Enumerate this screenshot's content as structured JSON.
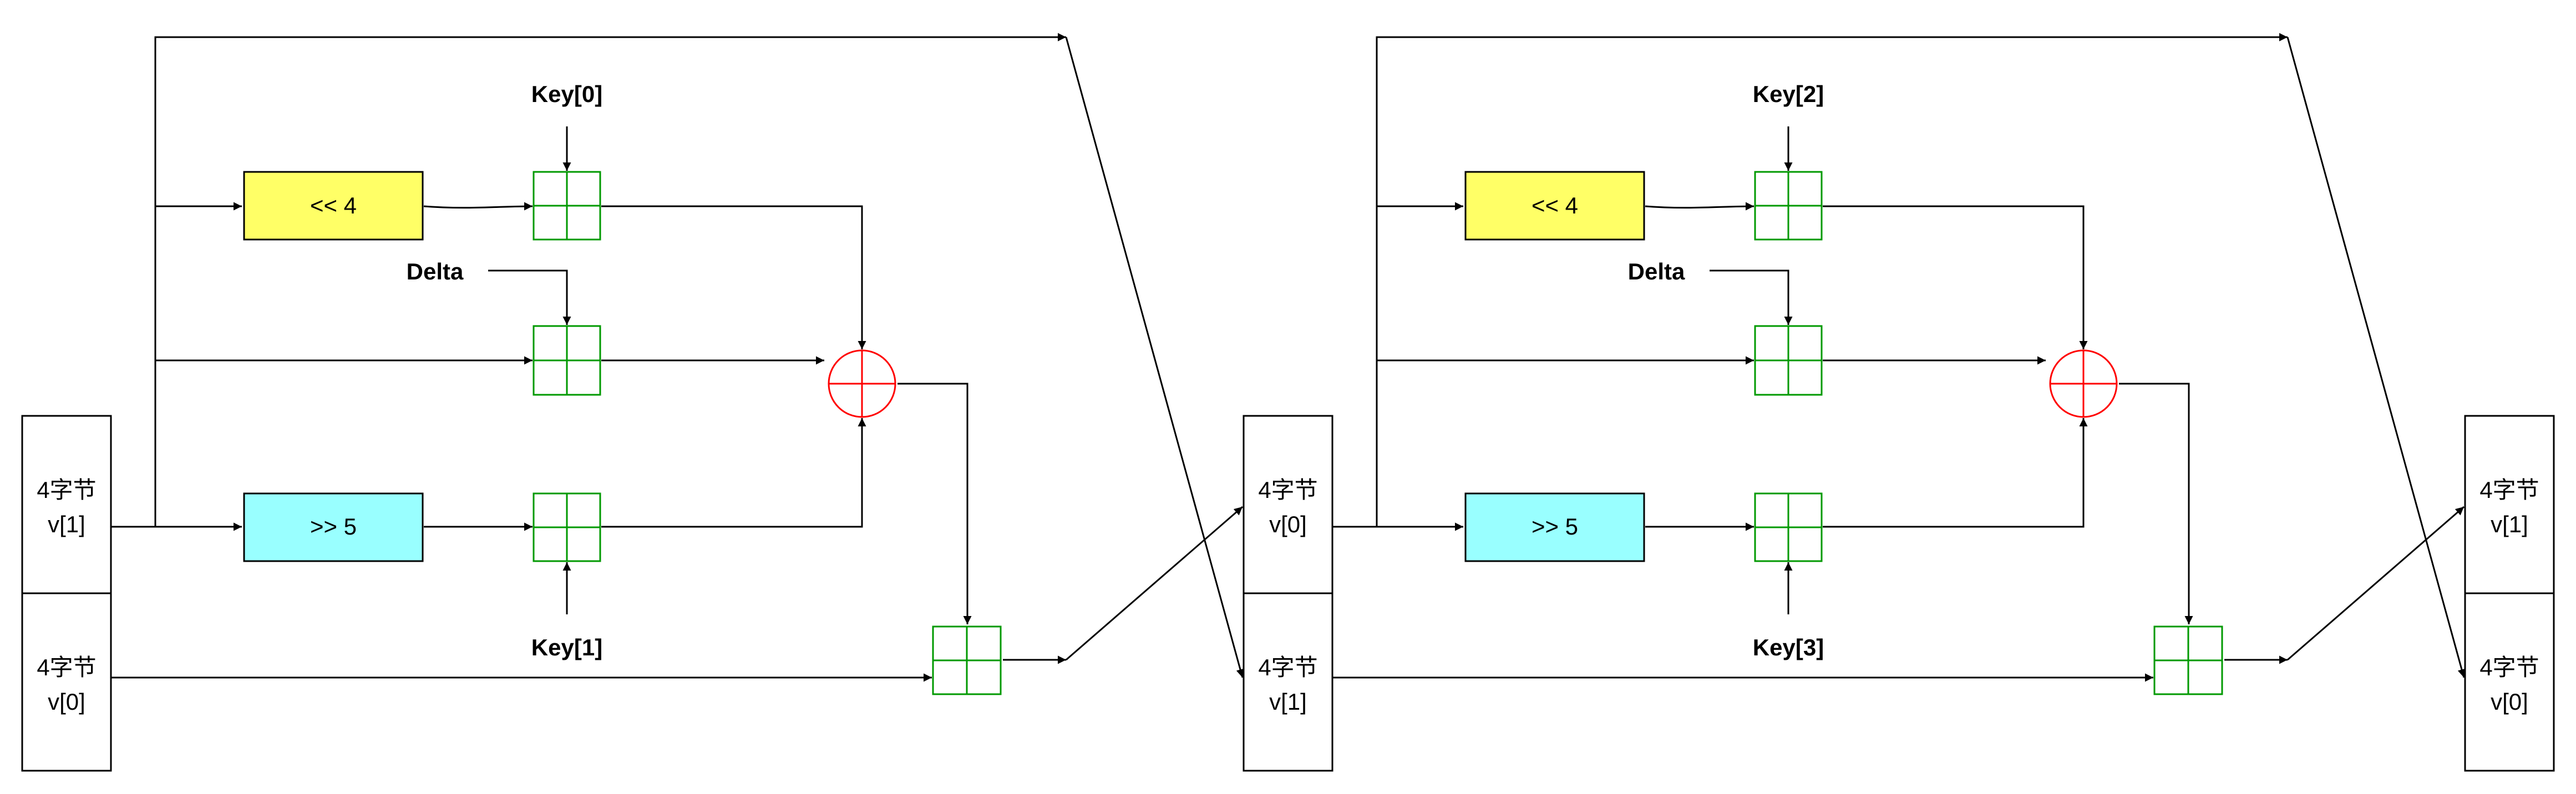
{
  "colors": {
    "shift_left_fill": "#ffff66",
    "shift_right_fill": "#99ffff",
    "adder_stroke": "#009900",
    "xor_stroke": "#ff0000",
    "line": "#000000"
  },
  "round1": {
    "input": {
      "top": {
        "size": "4字节",
        "name": "v[1]"
      },
      "bottom": {
        "size": "4字节",
        "name": "v[0]"
      }
    },
    "shift_left": "<< 4",
    "shift_right": ">> 5",
    "key_top": "Key[0]",
    "delta": "Delta",
    "key_bottom": "Key[1]"
  },
  "middle": {
    "top": {
      "size": "4字节",
      "name": "v[0]"
    },
    "bottom": {
      "size": "4字节",
      "name": "v[1]"
    }
  },
  "round2": {
    "shift_left": "<< 4",
    "shift_right": ">> 5",
    "key_top": "Key[2]",
    "delta": "Delta",
    "key_bottom": "Key[3]"
  },
  "output": {
    "top": {
      "size": "4字节",
      "name": "v[1]"
    },
    "bottom": {
      "size": "4字节",
      "name": "v[0]"
    }
  }
}
